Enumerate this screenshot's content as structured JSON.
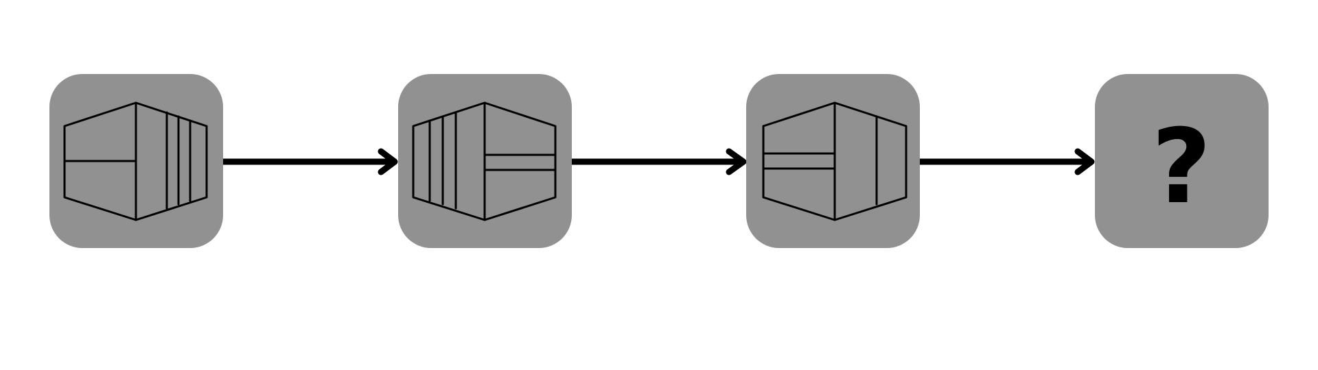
{
  "sequence": {
    "tiles": [
      {
        "id": "step-1",
        "content": "hexagon-pattern-left-divided-right-stripes",
        "left_horizontal_lines": 1,
        "right_vertical_lines": 3,
        "right_horizontal_lines": 0,
        "left_vertical_lines": 0
      },
      {
        "id": "step-2",
        "content": "hexagon-pattern-left-stripes-right-divided",
        "left_vertical_lines": 3,
        "right_horizontal_lines": 2,
        "left_horizontal_lines": 0,
        "right_vertical_lines": 0
      },
      {
        "id": "step-3",
        "content": "hexagon-pattern-left-divided-right-single-line",
        "left_horizontal_lines": 2,
        "right_vertical_lines": 1,
        "left_vertical_lines": 0,
        "right_horizontal_lines": 0
      },
      {
        "id": "step-4",
        "content": "unknown",
        "label": "?"
      }
    ],
    "connector": "right-arrow",
    "tile_color": "#919191",
    "line_color": "#000000"
  }
}
